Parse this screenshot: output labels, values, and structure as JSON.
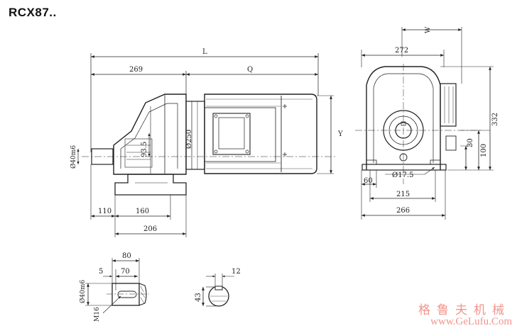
{
  "title": "RCX87..",
  "side_view": {
    "dims": {
      "L": "L",
      "d269": "269",
      "Q": "Q",
      "d250": "Ø250",
      "d93_5": "93.5",
      "shaft_d": "Ø40m6",
      "d110": "110",
      "d160": "160",
      "d206": "206"
    }
  },
  "end_view": {
    "dims": {
      "W": "W",
      "d272": "272",
      "Y": "Y",
      "d332": "332",
      "d100": "100",
      "d30": "30",
      "d17_5": "Ø17.5",
      "d60": "60",
      "d215": "215",
      "d266": "266"
    }
  },
  "shaft_detail": {
    "dims": {
      "d80": "80",
      "d5": "5",
      "d70": "70",
      "shaft_d": "Ø40m6",
      "thread": "M16"
    }
  },
  "key_section": {
    "dims": {
      "d12": "12",
      "d43": "43"
    }
  },
  "watermark": {
    "brand_cn": "格鲁夫机械",
    "url": "www.GeLufu.Com"
  },
  "colors": {
    "ink": "#222222",
    "watermark": "#f08a80"
  }
}
